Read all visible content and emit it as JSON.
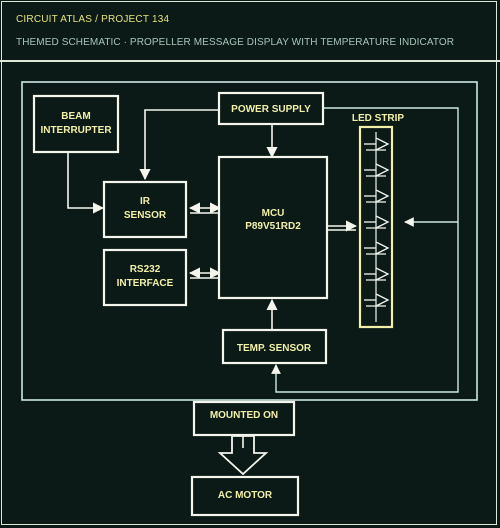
{
  "header": {
    "title": "CIRCUIT ATLAS / PROJECT 134",
    "subtitle": "THEMED SCHEMATIC · PROPELLER MESSAGE DISPLAY WITH TEMPERATURE INDICATOR"
  },
  "blocks": {
    "beam": [
      "BEAM",
      "INTERRUPTER"
    ],
    "power": "POWER SUPPLY",
    "ir": [
      "IR",
      "SENSOR"
    ],
    "rs232": [
      "RS232",
      "INTERFACE"
    ],
    "mcu": [
      "MCU",
      "P89V51RD2"
    ],
    "led_strip": "LED STRIP",
    "temp": "TEMP. SENSOR",
    "mounted": "MOUNTED ON",
    "motor": "AC MOTOR"
  },
  "colors": {
    "background": "#0b1a17",
    "line": "#f4f6ee",
    "label": "#f2f0a8",
    "title": "#e6e27a",
    "subtitle": "#a9c4b9",
    "led_strip": "#f2f0a8"
  }
}
